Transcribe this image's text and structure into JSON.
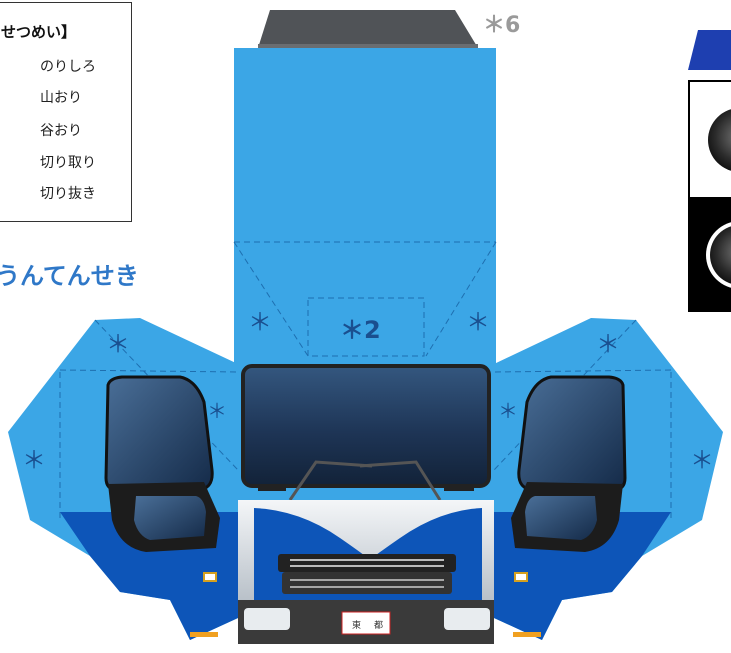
{
  "legend": {
    "title": "せつめい】",
    "items": [
      "のりしろ",
      "山おり",
      "谷おり",
      "切り取り",
      "切り抜き"
    ]
  },
  "heading": "うんてんせき",
  "marks": {
    "asterisk": "＊",
    "two": "＊2",
    "six": "＊6"
  },
  "plate": {
    "left": "東",
    "right": "都"
  },
  "colors": {
    "light_blue": "#3ba6e6",
    "dark_blue": "#0d55b8",
    "window": "#1a2f4d"
  }
}
